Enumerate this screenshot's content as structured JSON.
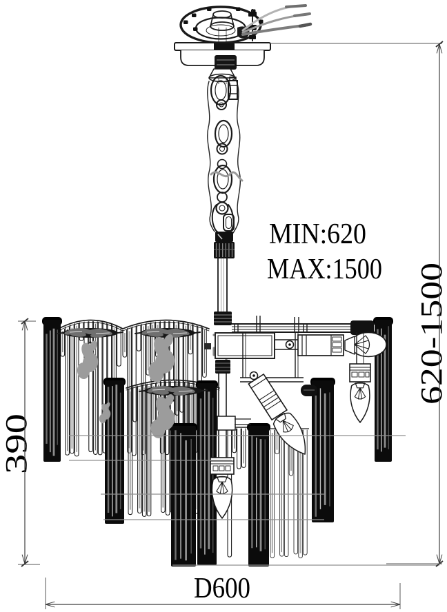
{
  "drawing": {
    "kind": "chandelier-dimension-drawing"
  },
  "labels": {
    "min": "MIN:620",
    "max": "MAX:1500",
    "range": "620-1500",
    "body_height": "390",
    "diameter": "D600"
  },
  "colors": {
    "ink": "#1a1a1a",
    "dim_line": "#3f3f3f",
    "construction_grey": "#8f8f8f",
    "crystal_grey": "#9c9c9c",
    "background": "#ffffff"
  }
}
